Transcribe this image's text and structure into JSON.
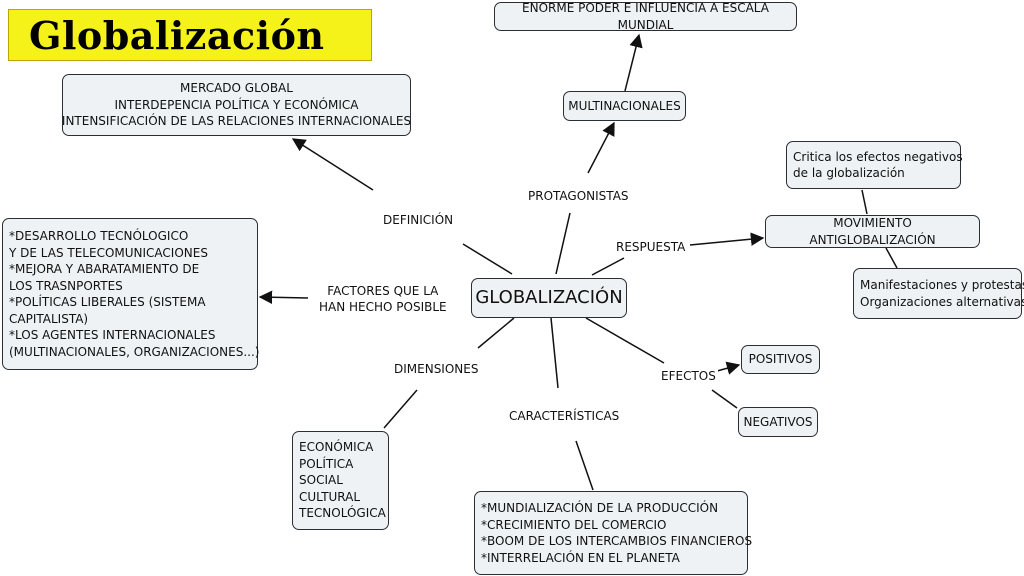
{
  "title": "Globalización",
  "central": "GLOBALIZACIÓN",
  "labels": {
    "definicion": "DEFINICIÓN",
    "protagonistas": "PROTAGONISTAS",
    "respuesta": "RESPUESTA",
    "factores": [
      "FACTORES QUE LA",
      "HAN HECHO POSIBLE"
    ],
    "dimensiones": "DIMENSIONES",
    "caracteristicas": "CARACTERÍSTICAS",
    "efectos": "EFECTOS"
  },
  "boxes": {
    "definicion": [
      "MERCADO GLOBAL",
      "INTERDEPENCIA POLÍTICA Y ECONÓMICA",
      "INTENSIFICACIÓN DE LAS RELACIONES INTERNACIONALES"
    ],
    "multinacionales": "MULTINACIONALES",
    "poder": "ENORME PODER E INFLUENCIA A ESCALA MUNDIAL",
    "critica": [
      "Critica los efectos negativos",
      "de la globalización"
    ],
    "movimiento": "MOVIMIENTO ANTIGLOBALIZACIÓN",
    "manifestaciones": [
      "Manifestaciones y protestas",
      "Organizaciones alternativas"
    ],
    "factores": [
      "*DESARROLLO TECNÓLOGICO",
      "Y DE LAS TELECOMUNICACIONES",
      "*MEJORA Y ABARATAMIENTO DE",
      "LOS TRASNPORTES",
      "*POLÍTICAS LIBERALES (SISTEMA",
      "CAPITALISTA)",
      "*LOS AGENTES INTERNACIONALES",
      "(MULTINACIONALES, ORGANIZACIONES...)"
    ],
    "positivos": "POSITIVOS",
    "negativos": "NEGATIVOS",
    "dimensiones": [
      "ECONÓMICA",
      "POLÍTICA",
      "SOCIAL",
      "CULTURAL",
      "TECNOLÓGICA"
    ],
    "caracteristicas": [
      "*MUNDIALIZACIÓN DE LA PRODUCCIÓN",
      "*CRECIMIENTO DEL COMERCIO",
      "*BOOM DE LOS INTERCAMBIOS FINANCIEROS",
      "*INTERRELACIÓN EN EL PLANETA"
    ]
  }
}
